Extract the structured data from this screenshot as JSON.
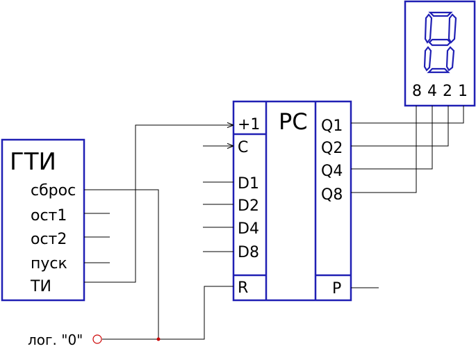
{
  "gti": {
    "title": "ГТИ",
    "pins": [
      "сброс",
      "ост1",
      "ост2",
      "пуск",
      "ТИ"
    ]
  },
  "counter": {
    "title": "РС",
    "inputs_top": [
      "+1",
      "C"
    ],
    "inputs_data": [
      "D1",
      "D2",
      "D4",
      "D8"
    ],
    "input_reset": "R",
    "outputs": [
      "Q1",
      "Q2",
      "Q4",
      "Q8"
    ],
    "output_p": "P"
  },
  "display": {
    "weights": [
      "8",
      "4",
      "2",
      "1"
    ]
  },
  "logic_zero": {
    "label": "лог. \"0\""
  },
  "colors": {
    "block_stroke": "#1f1fb4",
    "wire": "#000000",
    "terminal": "#cc0000"
  }
}
